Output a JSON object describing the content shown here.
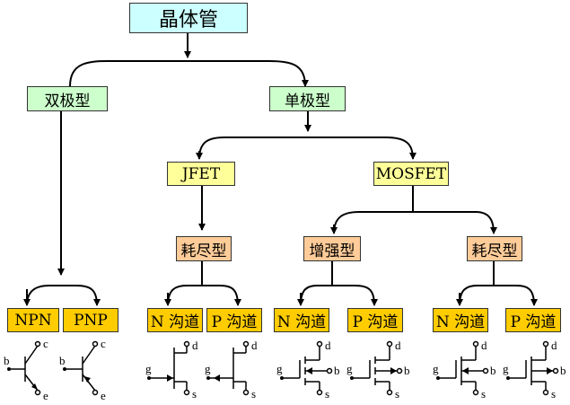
{
  "root": "晶体管",
  "bipolar": {
    "label": "双极型",
    "children": [
      "NPN",
      "PNP"
    ]
  },
  "unipolar": {
    "label": "单极型",
    "jfet": {
      "label": "JFET",
      "mode": "耗尽型",
      "children": [
        "N 沟道",
        "P 沟道"
      ]
    },
    "mosfet": {
      "label": "MOSFET",
      "enhancement": {
        "label": "增强型",
        "children": [
          "N 沟道",
          "P 沟道"
        ]
      },
      "depletion": {
        "label": "耗尽型",
        "children": [
          "N 沟道",
          "P 沟道"
        ]
      }
    }
  },
  "terminals": {
    "b": "b",
    "c": "c",
    "e": "e",
    "g": "g",
    "d": "d",
    "s": "s"
  },
  "colors": {
    "root_bg": "#ccffff",
    "category_bg": "#ccffcc",
    "type_bg": "#ffff99",
    "mode_bg": "#ffcc99",
    "leaf_bg": "#ffcc00"
  }
}
